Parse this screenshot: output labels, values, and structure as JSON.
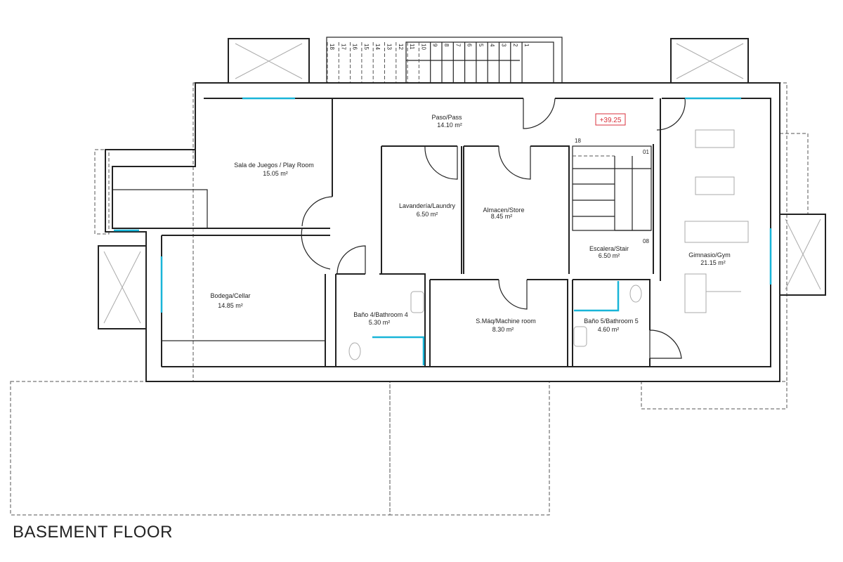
{
  "title": "BASEMENT FLOOR",
  "level_marker": "+39.25",
  "rooms": [
    {
      "name": "Sala de Juegos / Play Room",
      "area": "15.05 m²"
    },
    {
      "name": "Paso/Pass",
      "area": "14.10 m²"
    },
    {
      "name": "Lavandería/Laundry",
      "area": "6.50 m²"
    },
    {
      "name": "Almacen/Store",
      "area": "8.45 m²"
    },
    {
      "name": "Escalera/Stair",
      "area": "6.50 m²"
    },
    {
      "name": "Gimnasio/Gym",
      "area": "21.15 m²"
    },
    {
      "name": "Bodega/Cellar",
      "area": "14.85 m²"
    },
    {
      "name": "Baño 4/Bathroom 4",
      "area": "5.30 m²"
    },
    {
      "name": "S.Máq/Machine room",
      "area": "8.30 m²"
    },
    {
      "name": "Baño 5/Bathroom 5",
      "area": "4.60 m²"
    }
  ],
  "outer_stair_steps": [
    "18",
    "17",
    "16",
    "15",
    "14",
    "13",
    "12",
    "11",
    "10",
    "9",
    "8",
    "7",
    "6",
    "5",
    "4",
    "3",
    "2",
    "1"
  ],
  "inner_stair_labels": {
    "top": "18",
    "start": "01",
    "landing": "08"
  },
  "colors": {
    "wall": "#222222",
    "glazing": "#19b5d8",
    "marker": "#d9323c"
  }
}
